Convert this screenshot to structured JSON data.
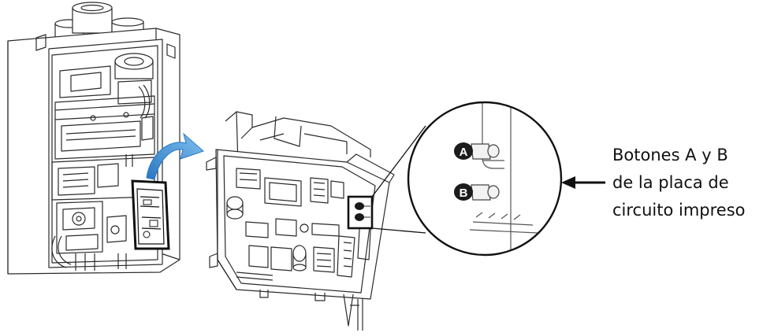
{
  "diagram": {
    "callout_lines": [
      "Botones A y B",
      "de la placa de",
      "circuito impreso"
    ],
    "button_a_label": "A",
    "button_b_label": "B",
    "colors": {
      "line": "#2b2b2b",
      "arrow_blue": "#3f8fd6",
      "arrow_black": "#111111",
      "background": "#ffffff"
    }
  }
}
